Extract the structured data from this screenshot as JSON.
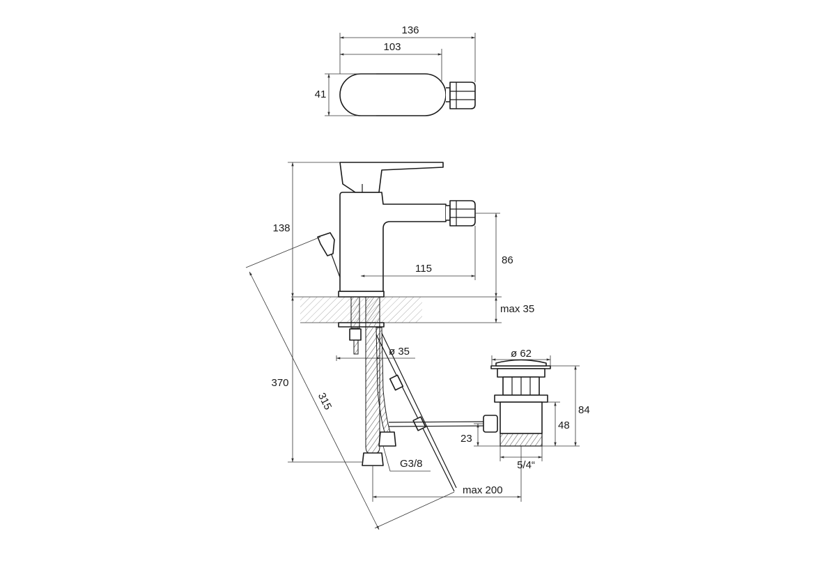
{
  "top_view": {
    "width_total": "136",
    "width_body": "103",
    "depth": "41"
  },
  "side_view": {
    "height_top": "138",
    "spout_reach": "115",
    "spout_height": "86",
    "counter_thickness": "max 35",
    "hole_diameter": "ø 35",
    "below_counter": "370",
    "rod_length": "315",
    "connection_thread": "G3/8",
    "rod_reach": "max 200"
  },
  "waste": {
    "head_diameter": "ø 62",
    "height_total": "84",
    "height_body": "48",
    "side_offset": "23",
    "thread": "5/4“"
  }
}
